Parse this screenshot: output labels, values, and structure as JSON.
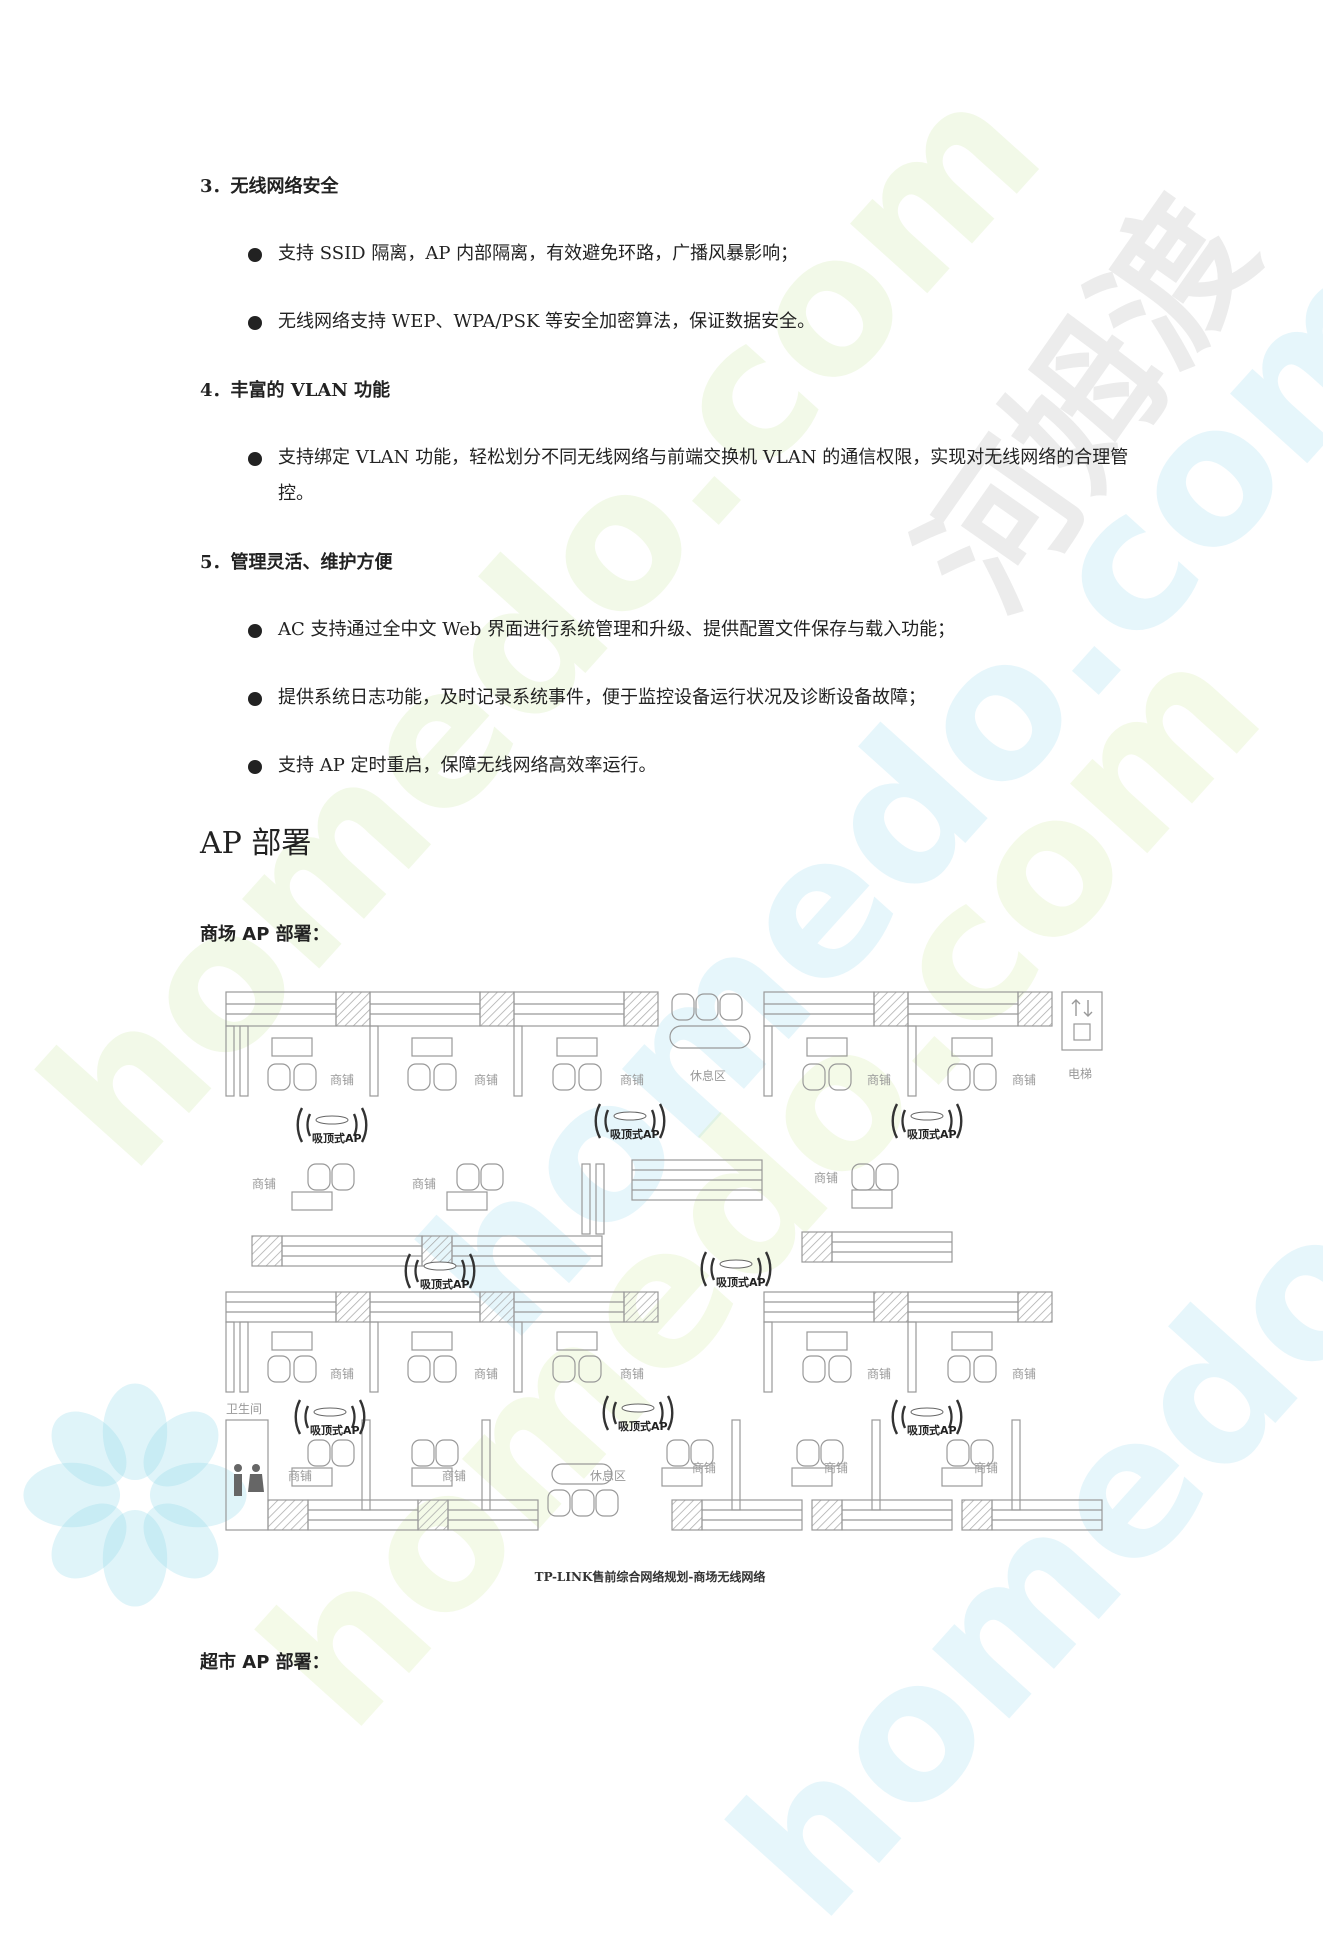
{
  "watermark": {
    "cn": "河姆渡",
    "url": "homedo.com"
  },
  "sections": [
    {
      "heading": "3．无线网络安全",
      "bullets": [
        "支持 SSID 隔离，AP 内部隔离，有效避免环路，广播风暴影响；",
        "无线网络支持 WEP、WPA/PSK 等安全加密算法，保证数据安全。"
      ]
    },
    {
      "heading": "4．丰富的 VLAN 功能",
      "bullets": [
        "支持绑定 VLAN 功能，轻松划分不同无线网络与前端交换机 VLAN 的通信权限，实现对无线网络的合理管控。"
      ]
    },
    {
      "heading": "5．管理灵活、维护方便",
      "bullets": [
        "AC 支持通过全中文 Web 界面进行系统管理和升级、提供配置文件保存与载入功能；",
        "提供系统日志功能，及时记录系统事件，便于监控设备运行状况及诊断设备故障；",
        "支持 AP 定时重启，保障无线网络高效率运行。"
      ]
    }
  ],
  "ap_section_title": "AP 部署",
  "mall_subtitle": "商场 AP 部署：",
  "supermarket_subtitle": "超市 AP 部署：",
  "figure": {
    "caption": "TP-LINK售前综合网络规划-商场无线网络",
    "labels": {
      "shop": "商铺",
      "rest": "休息区",
      "elevator": "电梯",
      "toilet": "卫生间",
      "ap": "吸顶式AP"
    }
  }
}
